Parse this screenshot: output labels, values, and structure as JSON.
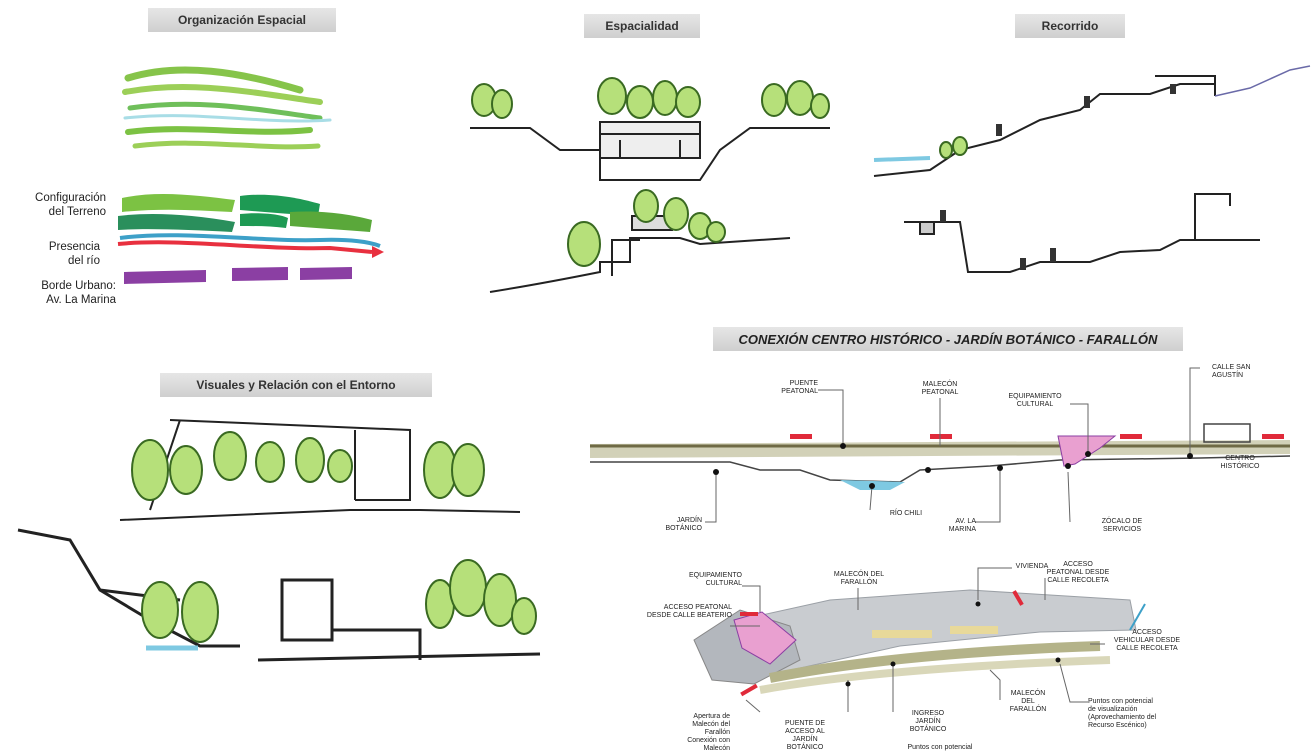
{
  "titles": {
    "organizacion": "Organización Espacial",
    "espacialidad": "Espacialidad",
    "recorrido": "Recorrido",
    "visuales": "Visuales y Relación con el Entorno",
    "conexion": "CONEXIÓN CENTRO HISTÓRICO - JARDÍN BOTÁNICO - FARALLÓN"
  },
  "organizacion_labels": {
    "configuracion": "Configuración\ndel Terreno",
    "presencia": "Presencia\ndel río",
    "borde": "Borde Urbano:\nAv. La Marina"
  },
  "section_labels": {
    "puente_peatonal": "PUENTE\nPEATONAL",
    "malecon_peatonal": "MALECÓN\nPEATONAL",
    "equipamiento_cultural": "EQUIPAMIENTO\nCULTURAL",
    "calle_san_agustin": "CALLE SAN\nAGUSTÍN",
    "centro_historico": "CENTRO\nHISTÓRICO",
    "jardin_botanico": "JARDÍN\nBOTÁNICO",
    "rio_chili": "RÍO CHILI",
    "av_la_marina": "AV. LA\nMARINA",
    "zocalo": "ZÓCALO DE\nSERVICIOS"
  },
  "plan_labels": {
    "equipamiento_cultural": "EQUIPAMIENTO\nCULTURAL",
    "malecon_farallon_top": "MALECÓN DEL\nFARALLÓN",
    "vivienda": "VIVIENDA",
    "acceso_peatonal_recoleta": "ACCESO\nPEATONAL DESDE\nCALLE RECOLETA",
    "acceso_peatonal_beaterio": "ACCESO PEATONAL\nDESDE CALLE BEATERIO",
    "acceso_vehicular": "ACCESO\nVEHICULAR DESDE\nCALLE RECOLETA",
    "apertura": "Apertura de\nMalecón del\nFarallón\nConexión con\nMalecón",
    "puente_acceso": "PUENTE DE\nACCESO AL\nJARDÍN\nBOTÁNICO",
    "ingreso": "INGRESO\nJARDÍN\nBOTÁNICO",
    "puntos_potencial_bottom": "Puntos con potencial",
    "malecon_farallon_bottom": "MALECÓN\nDEL\nFARALLÓN",
    "puntos_potencial_right": "Puntos con potencial\nde visualización\n(Aprovechamiento del\nRecurso Escénico)"
  },
  "colors": {
    "green_light": "#7cc243",
    "green_dark": "#1e9a54",
    "river_blue": "#9fd6e8",
    "river_red": "#e8303f",
    "purple": "#8b3fa3",
    "pink": "#e9a0d0",
    "gray_plan": "#c9ccd0",
    "olive": "#8a8a5a",
    "access_red": "#e02a3a"
  }
}
